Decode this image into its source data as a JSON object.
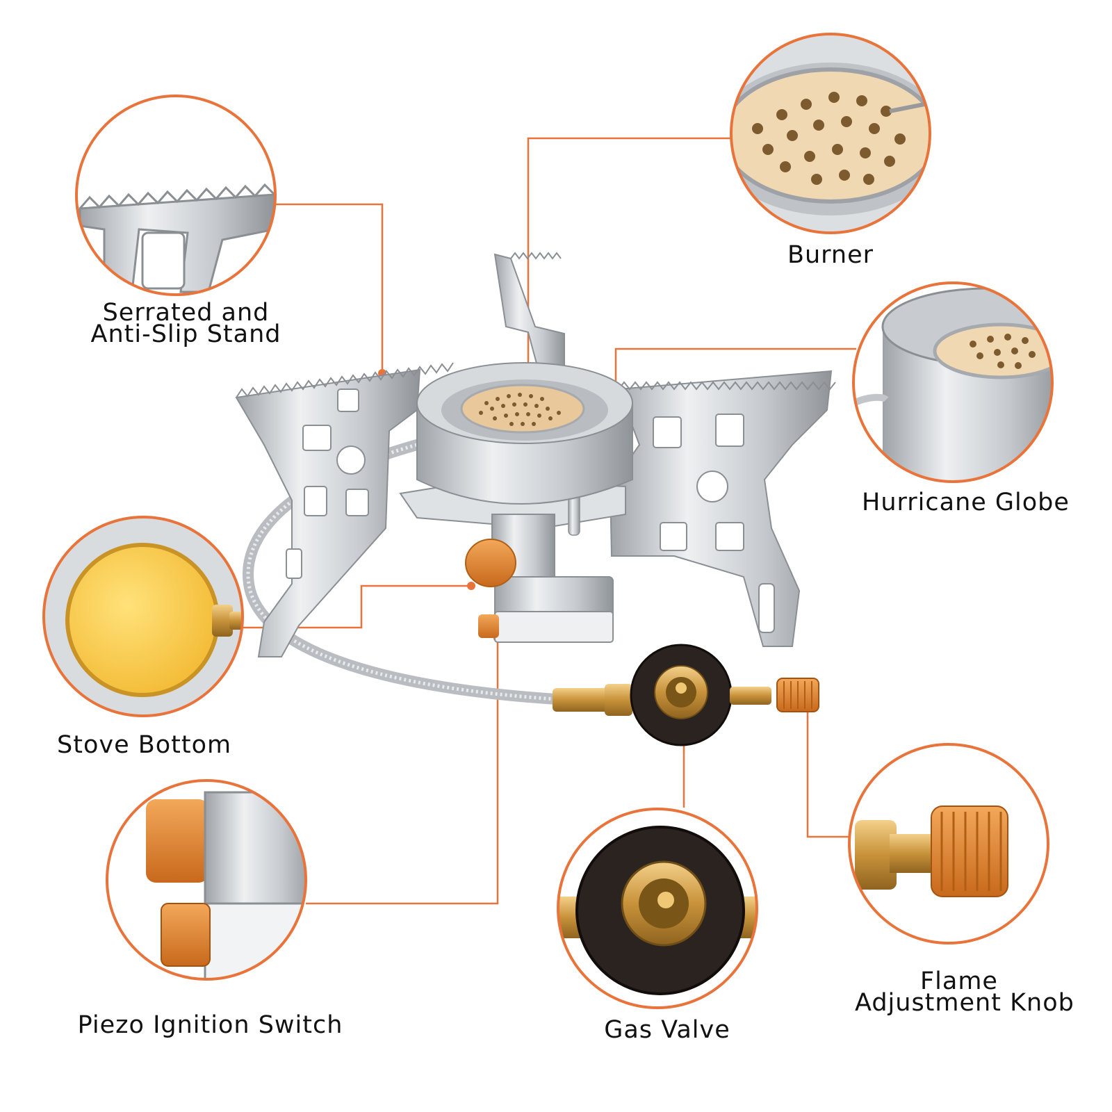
{
  "colors": {
    "accent": "#e8743b",
    "steel": "#c9ccd0",
    "brass": "#d8a94a",
    "orange_knob": "#e88a2c",
    "plate": "#e9c99b",
    "dark_valve": "#2a2320"
  },
  "callouts": {
    "stand": {
      "line1": "Serrated and",
      "line2": "Anti-Slip Stand",
      "icon": "serrated-stand-closeup"
    },
    "burner": {
      "line1": "Burner",
      "icon": "burner-plate-closeup"
    },
    "globe": {
      "line1": "Hurricane Globe",
      "icon": "hurricane-globe-closeup"
    },
    "bottom": {
      "line1": "Stove Bottom",
      "icon": "stove-bottom-closeup"
    },
    "piezo": {
      "line1": "Piezo Ignition Switch",
      "icon": "piezo-switch-closeup"
    },
    "valve": {
      "line1": "Gas Valve",
      "icon": "gas-valve-closeup"
    },
    "knob": {
      "line1": "Flame",
      "line2": "Adjustment Knob",
      "icon": "flame-knob-closeup"
    }
  }
}
